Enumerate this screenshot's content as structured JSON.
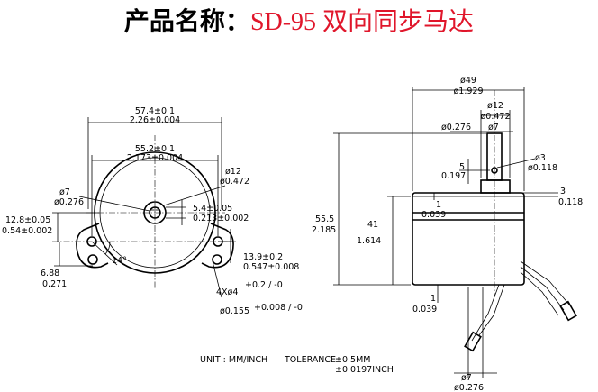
{
  "header": {
    "prefix": "产品名称：",
    "model": "SD-95 双向同步马达",
    "model_color": "#e0162b"
  },
  "front_view": {
    "width_mm": "57.4±0.1",
    "width_in": "2.26±0.004",
    "hole_mm": "55.2±0.1",
    "hole_in": "2.173±0.004",
    "shaft_mm": "ø7",
    "shaft_in": "ø0.276",
    "boss_mm": "ø12",
    "boss_in": "ø0.472",
    "flat_mm": "5.4±0.05",
    "flat_in": "0.213±0.002",
    "left_mm": "12.8±0.05",
    "left_in": "0.54±0.002",
    "angle": "14°",
    "ear_mm": "13.9±0.2",
    "ear_in": "0.547±0.008",
    "bottom_mm": "6.88",
    "bottom_in": "0.271",
    "holes_mm": "4Xø4",
    "holes_tol_mm": "+0.2 / -0",
    "holes_in": "ø0.155",
    "holes_tol_in": "+0.008 / -0"
  },
  "side_view": {
    "width_mm": "ø49",
    "width_in": "ø1.929",
    "boss_mm": "ø12",
    "boss_in": "ø0.472",
    "shaft_mm": "ø7",
    "shaft_in": "ø0.276",
    "tip_mm": "5",
    "tip_in": "0.197",
    "hole_mm": "ø3",
    "hole_in": "ø0.118",
    "step_mm": "3",
    "step_in": "0.118",
    "flange_mm": "1",
    "flange_in": "0.039",
    "height_mm": "55.5",
    "height_in": "2.185",
    "body_mm": "41",
    "body_in": "1.614",
    "bottom_mm": "1",
    "bottom_in": "0.039",
    "lead_mm": "ø7",
    "lead_in": "ø0.276"
  },
  "footer": {
    "unit": "UNIT : MM/INCH",
    "tolerance_label": "TOLERANCE :",
    "tolerance_mm": "±0.5MM",
    "tolerance_in": "±0.0197INCH"
  }
}
